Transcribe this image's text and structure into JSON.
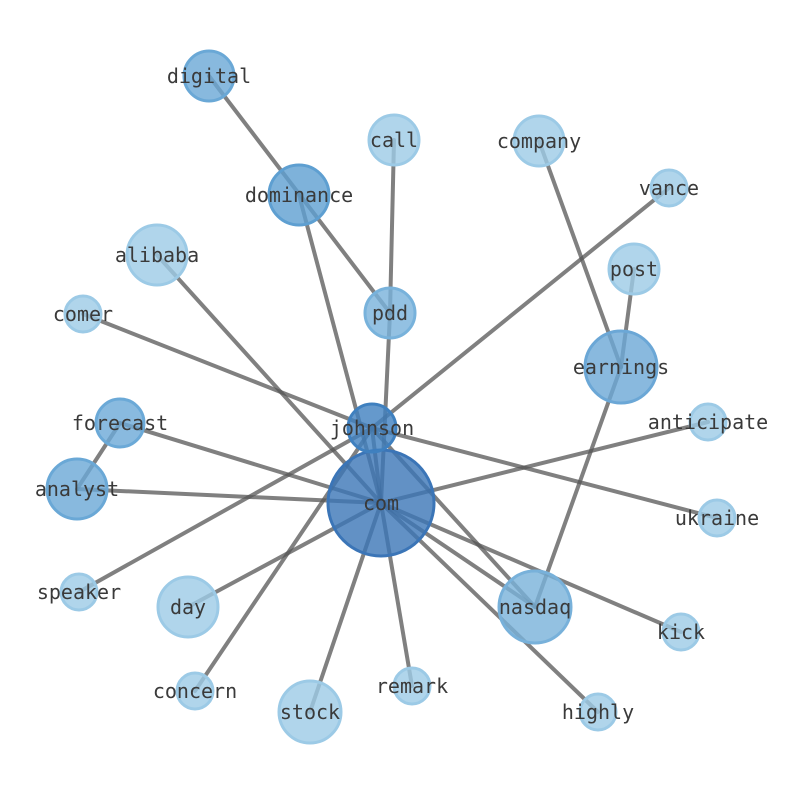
{
  "nodes": [
    {
      "id": "com",
      "label": "com",
      "color": "#3b75b7"
    },
    {
      "id": "johnson",
      "label": "johnson",
      "color": "#3f80bf"
    },
    {
      "id": "earnings",
      "label": "earnings",
      "color": "#6ba7d6"
    },
    {
      "id": "nasdaq",
      "label": "nasdaq",
      "color": "#78b1da"
    },
    {
      "id": "dominance",
      "label": "dominance",
      "color": "#5e9fd1"
    },
    {
      "id": "analyst",
      "label": "analyst",
      "color": "#6aa8d6"
    },
    {
      "id": "forecast",
      "label": "forecast",
      "color": "#6ba9d7"
    },
    {
      "id": "digital",
      "label": "digital",
      "color": "#6aa8d6"
    },
    {
      "id": "pdd",
      "label": "pdd",
      "color": "#78b2db"
    },
    {
      "id": "alibaba",
      "label": "alibaba",
      "color": "#9ccae6"
    },
    {
      "id": "call",
      "label": "call",
      "color": "#9ccae6"
    },
    {
      "id": "company",
      "label": "company",
      "color": "#9ccae6"
    },
    {
      "id": "vance",
      "label": "vance",
      "color": "#9ccae6"
    },
    {
      "id": "post",
      "label": "post",
      "color": "#9ccae6"
    },
    {
      "id": "comer",
      "label": "comer",
      "color": "#9ccae6"
    },
    {
      "id": "anticipate",
      "label": "anticipate",
      "color": "#9ccae6"
    },
    {
      "id": "ukraine",
      "label": "ukraine",
      "color": "#9ccae6"
    },
    {
      "id": "speaker",
      "label": "speaker",
      "color": "#9ccae6"
    },
    {
      "id": "day",
      "label": "day",
      "color": "#9ccae6"
    },
    {
      "id": "kick",
      "label": "kick",
      "color": "#9ccae6"
    },
    {
      "id": "concern",
      "label": "concern",
      "color": "#9ccae6"
    },
    {
      "id": "remark",
      "label": "remark",
      "color": "#9ccae6"
    },
    {
      "id": "stock",
      "label": "stock",
      "color": "#9ccae6"
    },
    {
      "id": "highly",
      "label": "highly",
      "color": "#9ccae6"
    }
  ],
  "edges": [
    {
      "source": "com",
      "target": "johnson"
    },
    {
      "source": "com",
      "target": "dominance"
    },
    {
      "source": "com",
      "target": "alibaba"
    },
    {
      "source": "com",
      "target": "forecast"
    },
    {
      "source": "com",
      "target": "analyst"
    },
    {
      "source": "com",
      "target": "anticipate"
    },
    {
      "source": "com",
      "target": "nasdaq"
    },
    {
      "source": "com",
      "target": "kick"
    },
    {
      "source": "com",
      "target": "highly"
    },
    {
      "source": "com",
      "target": "remark"
    },
    {
      "source": "com",
      "target": "stock"
    },
    {
      "source": "com",
      "target": "day"
    },
    {
      "source": "com",
      "target": "pdd"
    },
    {
      "source": "johnson",
      "target": "comer"
    },
    {
      "source": "johnson",
      "target": "vance"
    },
    {
      "source": "johnson",
      "target": "ukraine"
    },
    {
      "source": "johnson",
      "target": "speaker"
    },
    {
      "source": "johnson",
      "target": "concern"
    },
    {
      "source": "johnson",
      "target": "nasdaq"
    },
    {
      "source": "pdd",
      "target": "call"
    },
    {
      "source": "pdd",
      "target": "digital"
    },
    {
      "source": "earnings",
      "target": "company"
    },
    {
      "source": "earnings",
      "target": "post"
    },
    {
      "source": "earnings",
      "target": "nasdaq"
    },
    {
      "source": "forecast",
      "target": "analyst"
    }
  ]
}
